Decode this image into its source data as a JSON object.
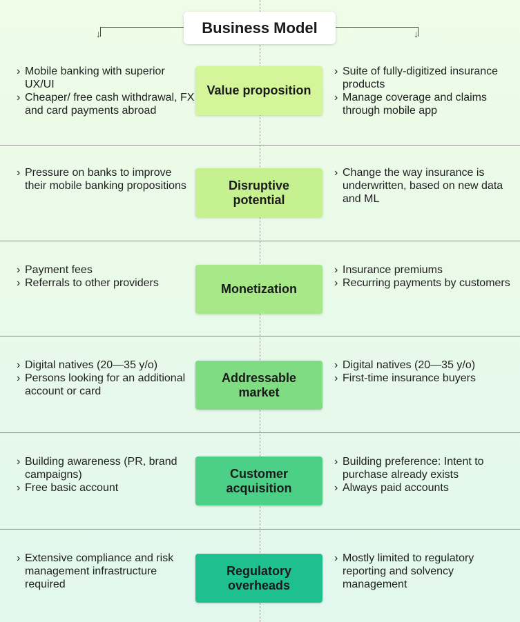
{
  "title": "Business Model",
  "bullet": "›",
  "rows": [
    {
      "center": "Value proposition",
      "color": "#d5f59a",
      "left": [
        "Mobile banking with superior UX/UI",
        "Cheaper/ free cash withdrawal, FX and card payments abroad"
      ],
      "right": [
        "Suite of fully-digitized insurance products",
        "Manage coverage and claims through mobile app"
      ]
    },
    {
      "center": "Disruptive potential",
      "color": "#c6f191",
      "left": [
        "Pressure on banks to improve their mobile banking propositions"
      ],
      "right": [
        "Change the way insurance is underwritten, based on new data and ML"
      ]
    },
    {
      "center": "Monetization",
      "color": "#a7e889",
      "left": [
        "Payment fees",
        "Referrals to other providers"
      ],
      "right": [
        "Insurance premiums",
        "Recurring payments by customers"
      ]
    },
    {
      "center": "Addressable market",
      "color": "#7fdc82",
      "left": [
        "Digital natives (20—35 y/o)",
        "Persons looking for an additional account or card"
      ],
      "right": [
        "Digital natives (20—35 y/o)",
        "First-time insurance buyers"
      ]
    },
    {
      "center": "Customer acquisition",
      "color": "#4ccf87",
      "left": [
        "Building awareness (PR, brand campaigns)",
        "Free basic account"
      ],
      "right": [
        "Building preference: Intent to purchase already exists",
        "Always paid accounts"
      ]
    },
    {
      "center": "Regulatory overheads",
      "color": "#1fc08f",
      "left": [
        "Extensive compliance and risk management infrastructure required"
      ],
      "right": [
        "Mostly limited to regulatory reporting and solvency management"
      ]
    }
  ]
}
